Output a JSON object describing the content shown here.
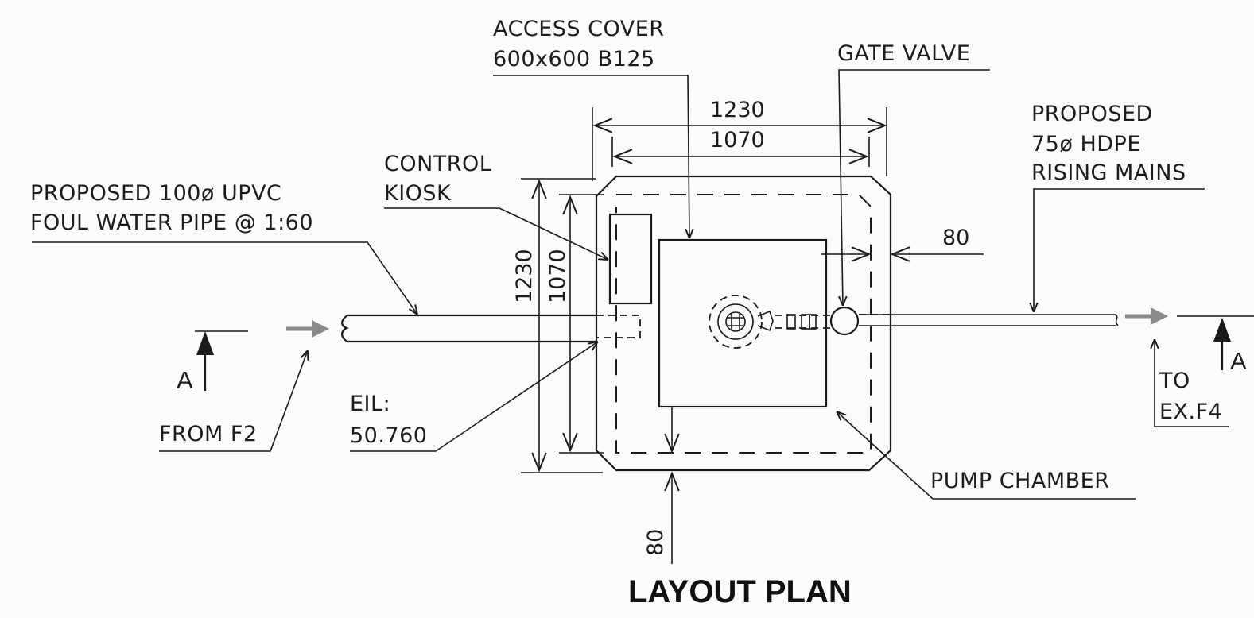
{
  "title": "LAYOUT PLAN",
  "labels": {
    "access_cover_1": "ACCESS COVER",
    "access_cover_2": "600x600 B125",
    "gate_valve": "GATE VALVE",
    "proposed_rising_1": "PROPOSED",
    "proposed_rising_2": "75ø HDPE",
    "proposed_rising_3": "RISING MAINS",
    "control_kiosk_1": "CONTROL",
    "control_kiosk_2": "KIOSK",
    "foul_pipe_1": "PROPOSED 100ø UPVC",
    "foul_pipe_2": "FOUL WATER PIPE @ 1:60",
    "eil_1": "EIL:",
    "eil_2": "50.760",
    "from_f2": "FROM F2",
    "pump_chamber": "PUMP CHAMBER",
    "to_1": "TO",
    "to_2": "EX.F4",
    "section_left": "A",
    "section_right": "A"
  },
  "dimensions": {
    "outer_width": "1230",
    "inner_width": "1070",
    "outer_height": "1230",
    "inner_height": "1070",
    "wall_right": "80",
    "wall_bottom": "80"
  },
  "colors": {
    "line": "#1a1a1a",
    "flow_arrow": "#8a8a8a",
    "paper": "#fbfbfb"
  }
}
